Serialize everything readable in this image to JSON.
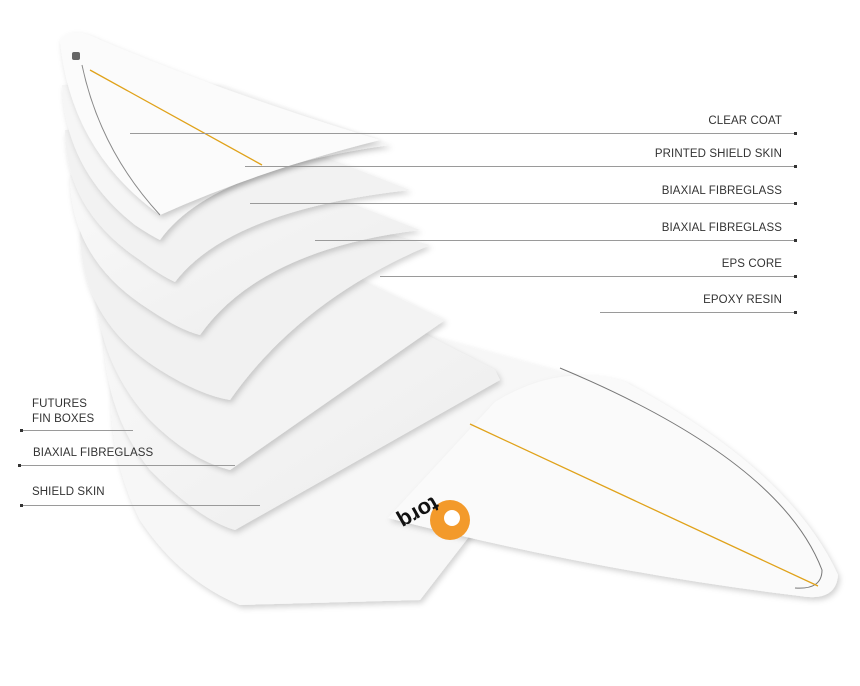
{
  "labels_right": [
    "CLEAR COAT",
    "PRINTED SHIELD SKIN",
    "BIAXIAL FIBREGLASS",
    "BIAXIAL FIBREGLASS",
    "EPS CORE",
    "EPOXY RESIN"
  ],
  "labels_left": {
    "futures_line1": "FUTURES",
    "futures_line2": "FIN BOXES",
    "biaxial": "BIAXIAL FIBREGLASS",
    "shield": "SHIELD SKIN"
  },
  "logo_text": "torq",
  "colors": {
    "stringer": "#e0a21a",
    "logo_orange": "#f39a2b",
    "line": "#9a9a9a",
    "text": "#333333"
  }
}
